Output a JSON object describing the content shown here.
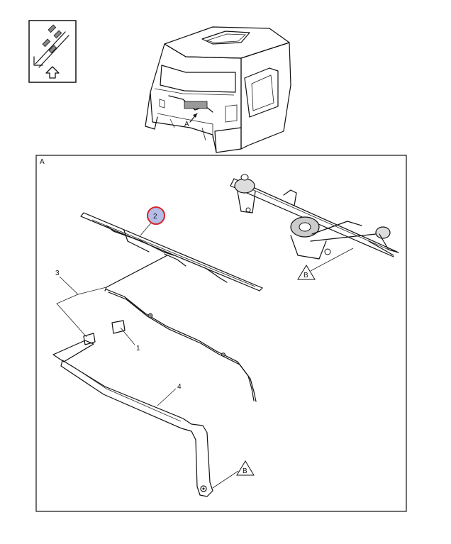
{
  "view_icon": {
    "name": "view-direction-icon",
    "arrow_icon": "up-arrow-icon"
  },
  "overview": {
    "detail_ref": "A"
  },
  "detail_panel": {
    "label": "A",
    "callouts": [
      {
        "id": "callout-1",
        "text": "1"
      },
      {
        "id": "callout-2",
        "text": "2",
        "highlighted": true,
        "highlight_color": "#d9262c",
        "fill_color": "#b3bde6"
      },
      {
        "id": "callout-3",
        "text": "3"
      },
      {
        "id": "callout-4",
        "text": "4"
      }
    ],
    "refs": [
      {
        "id": "ref-b-motor",
        "text": "B"
      },
      {
        "id": "ref-b-arm",
        "text": "B"
      }
    ]
  }
}
